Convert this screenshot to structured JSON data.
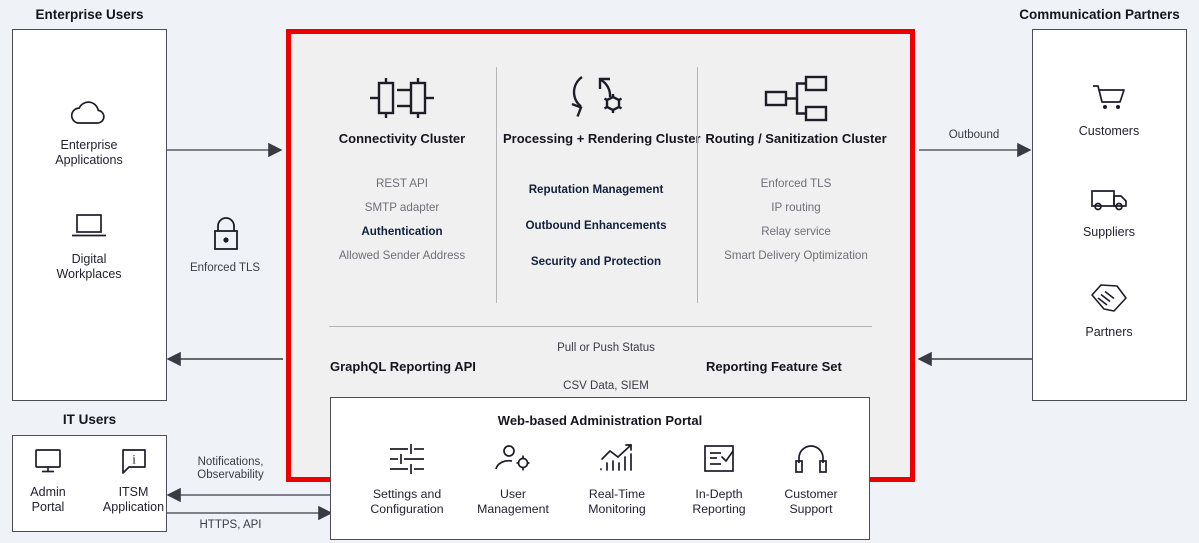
{
  "groups": {
    "enterprise_users": {
      "title": "Enterprise Users",
      "nodes": [
        {
          "label": "Enterprise\nApplications",
          "icon": "cloud-icon"
        },
        {
          "label": "Digital\nWorkplaces",
          "icon": "laptop-icon"
        }
      ]
    },
    "it_users": {
      "title": "IT Users",
      "nodes": [
        {
          "label": "Admin\nPortal",
          "icon": "monitor-icon"
        },
        {
          "label": "ITSM\nApplication",
          "icon": "info-bubble-icon"
        }
      ]
    },
    "communication_partners": {
      "title": "Communication Partners",
      "nodes": [
        {
          "label": "Customers",
          "icon": "shopping-cart-icon"
        },
        {
          "label": "Suppliers",
          "icon": "truck-icon"
        },
        {
          "label": "Partners",
          "icon": "handshake-icon"
        }
      ]
    }
  },
  "edges": {
    "enforced_tls": "Enforced TLS",
    "outbound": "Outbound",
    "notifications": "Notifications,\nObservability",
    "https_api": "HTTPS, API"
  },
  "platform": {
    "accent_color": "#ec0000",
    "background": "#f0f0f0",
    "columns": [
      {
        "title": "Connectivity Cluster",
        "icon": "connector-plug-icon",
        "items": [
          {
            "label": "REST API",
            "emphasis": "muted"
          },
          {
            "label": "SMTP adapter",
            "emphasis": "muted"
          },
          {
            "label": "Authentication",
            "emphasis": "strong"
          },
          {
            "label": "Allowed Sender Address",
            "emphasis": "muted"
          }
        ]
      },
      {
        "title": "Processing + Rendering Cluster",
        "icon": "process-gear-cycle-icon",
        "items": [
          {
            "label": "Reputation Management",
            "emphasis": "strong"
          },
          {
            "label": "Outbound Enhancements",
            "emphasis": "strong"
          },
          {
            "label": "Security and Protection",
            "emphasis": "strong"
          }
        ]
      },
      {
        "title": "Routing / Sanitization Cluster",
        "icon": "sitemap-icon",
        "items": [
          {
            "label": "Enforced TLS",
            "emphasis": "muted"
          },
          {
            "label": "IP routing",
            "emphasis": "muted"
          },
          {
            "label": "Relay service",
            "emphasis": "muted"
          },
          {
            "label": "Smart Delivery Optimization",
            "emphasis": "muted"
          }
        ]
      }
    ],
    "reporting": {
      "left_label": "GraphQL Reporting API",
      "right_label": "Reporting Feature Set",
      "above_arrow": "Pull or Push Status",
      "below_arrow": "CSV Data, SIEM"
    }
  },
  "admin_portal": {
    "title": "Web-based Administration Portal",
    "items": [
      {
        "label": "Settings and\nConfiguration",
        "icon": "sliders-icon"
      },
      {
        "label": "User\nManagement",
        "icon": "user-gear-icon"
      },
      {
        "label": "Real-Time\nMonitoring",
        "icon": "chart-line-icon"
      },
      {
        "label": "In-Depth\nReporting",
        "icon": "report-check-icon"
      },
      {
        "label": "Customer\nSupport",
        "icon": "headset-icon"
      }
    ]
  }
}
